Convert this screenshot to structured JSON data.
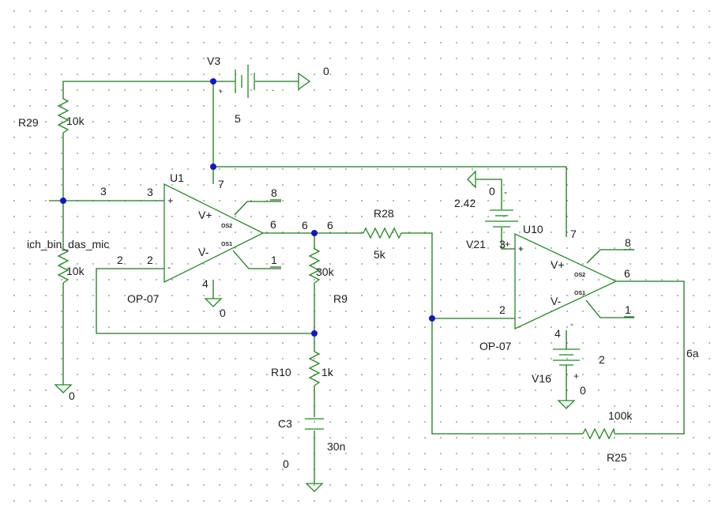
{
  "v3": {
    "name": "V3",
    "value": "5",
    "plus": "+",
    "minus": "-"
  },
  "ground_labels": {
    "g_v3": "0",
    "g_r29": "0",
    "g_u1": "0",
    "g_c3": "0",
    "g_v21": "0",
    "g_v16": "0"
  },
  "r29": {
    "name": "R29",
    "value": "10k"
  },
  "lower_res": {
    "net_label": "ich_bin_das_mic",
    "value": "10k"
  },
  "u1": {
    "name": "U1",
    "part": "OP-07",
    "vplus": "V+",
    "vminus": "V-",
    "os2": "OS2",
    "os1": "OS1",
    "plus": "+",
    "minus": "-",
    "pin3": "3",
    "pin2": "2",
    "pin7": "7",
    "pin4": "4",
    "pin6": "6",
    "pin8": "8",
    "pin1": "1"
  },
  "net_labels": {
    "n3": "3",
    "n2": "2",
    "n6": "6",
    "n6b": "6"
  },
  "r28": {
    "name": "R28",
    "value": "5k"
  },
  "r9": {
    "name": "R9",
    "value": "30k"
  },
  "r10": {
    "name": "R10",
    "value": "1k"
  },
  "c3": {
    "name": "C3",
    "value": "30n"
  },
  "v21": {
    "name": "V21",
    "value": "2.42",
    "minus": "-",
    "plus": "+"
  },
  "u10": {
    "name": "U10",
    "part": "OP-07",
    "vplus": "V+",
    "vminus": "V-",
    "os2": "OS2",
    "os1": "OS1",
    "plus": "+",
    "minus": "-",
    "pin3": "3",
    "pin2": "2",
    "pin7": "7",
    "pin4": "4",
    "pin6": "6",
    "pin8": "8",
    "pin1": "1"
  },
  "v16": {
    "name": "V16",
    "value": "2",
    "minus": "-",
    "plus": "+"
  },
  "r25": {
    "name": "R25",
    "value": "100k"
  },
  "out_net": {
    "label": "6a"
  }
}
